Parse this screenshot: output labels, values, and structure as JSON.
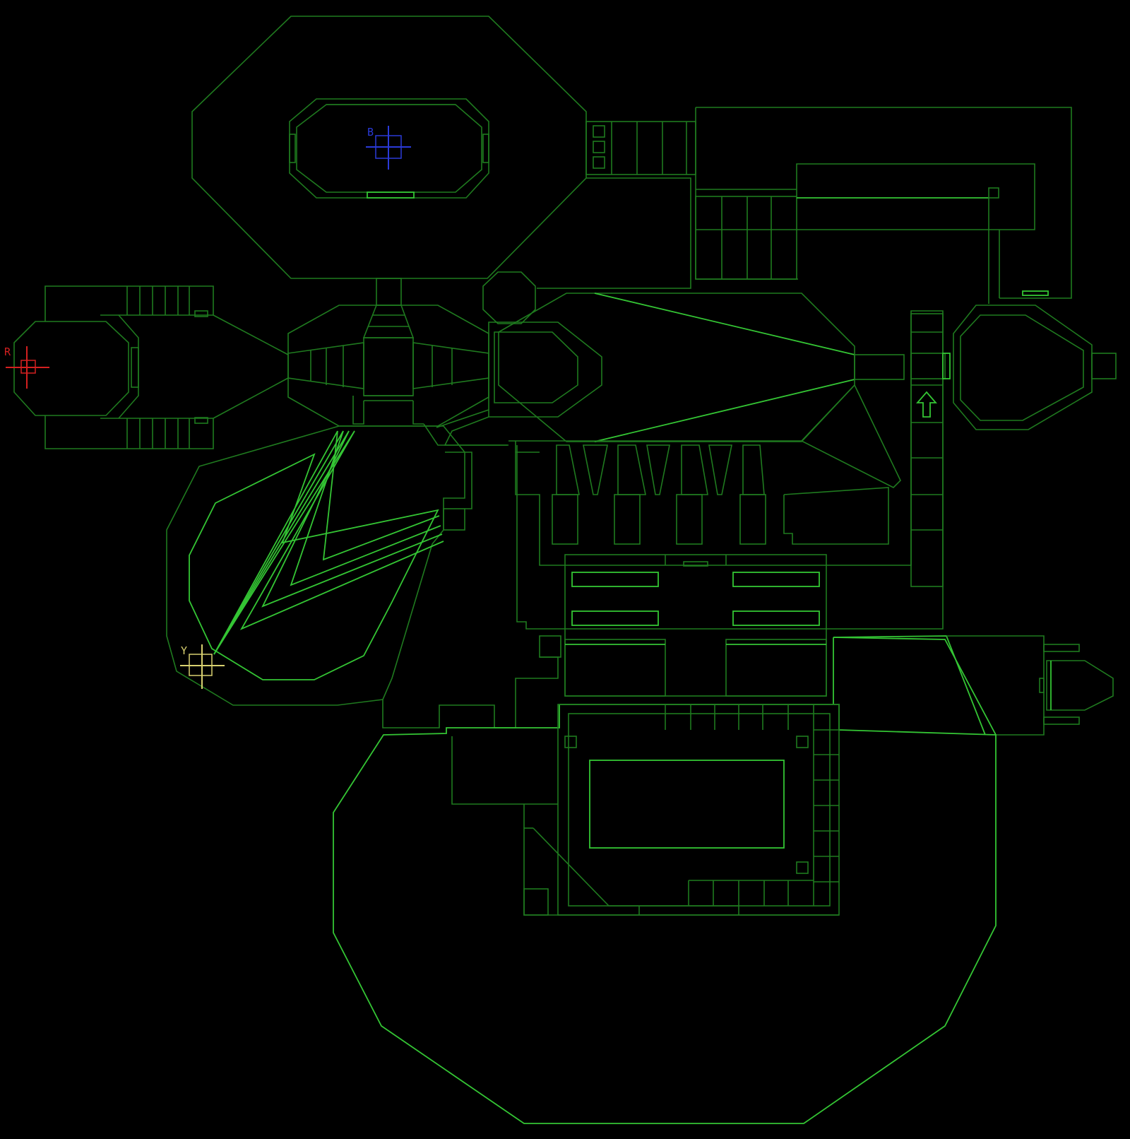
{
  "map": {
    "colors": {
      "background": "#000000",
      "wall": "#1f7a1f",
      "wall_bright": "#34c534"
    },
    "keys": [
      {
        "id": "red",
        "label": "R",
        "color": "#d42020"
      },
      {
        "id": "blue",
        "label": "B",
        "color": "#2a3ad8"
      },
      {
        "id": "yellow",
        "label": "Y",
        "color": "#d8d070"
      }
    ],
    "icons": [
      "player-arrow-icon"
    ]
  }
}
